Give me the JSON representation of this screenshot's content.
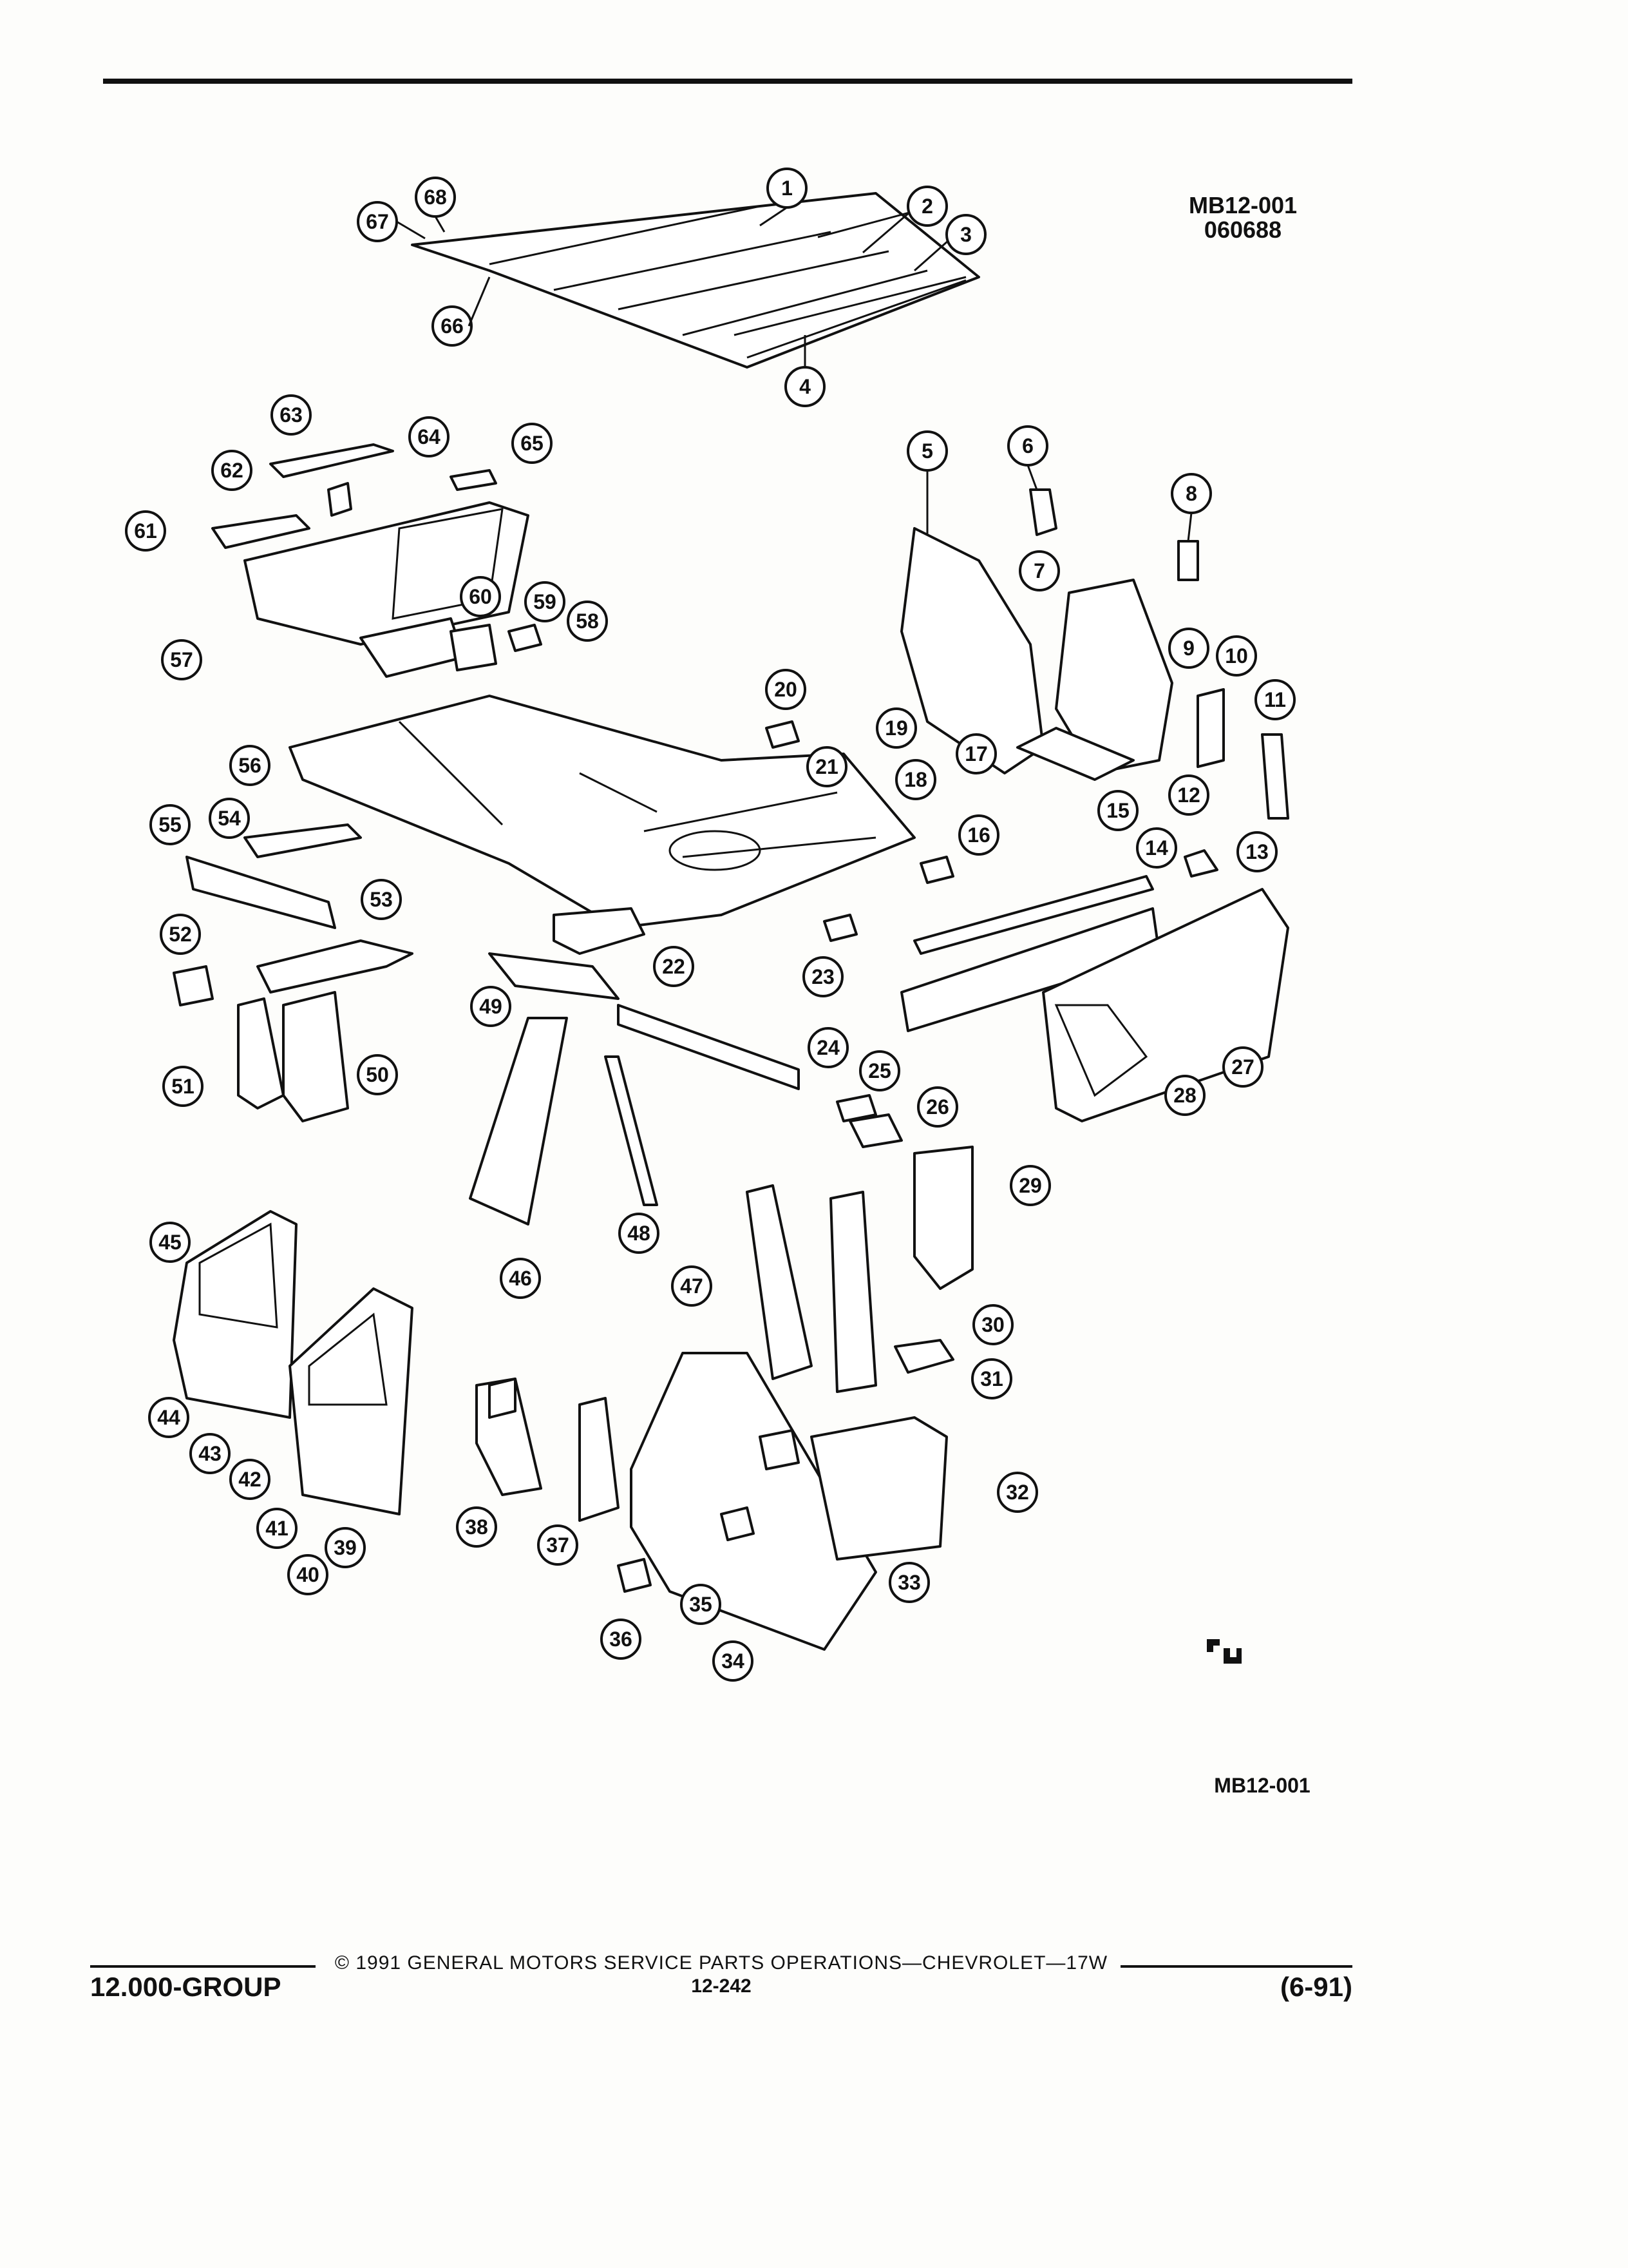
{
  "header": {
    "code_line1": "MB12-001",
    "code_line2": "060688",
    "code_bottom": "MB12-001"
  },
  "footer": {
    "copyright": "© 1991 GENERAL MOTORS SERVICE PARTS OPERATIONS—CHEVROLET—17W",
    "page_number": "12-242",
    "group": "12.000-GROUP",
    "date": "(6-91)"
  },
  "callouts": [
    "1",
    "2",
    "3",
    "4",
    "5",
    "6",
    "7",
    "8",
    "9",
    "10",
    "11",
    "12",
    "13",
    "14",
    "15",
    "16",
    "17",
    "18",
    "19",
    "20",
    "21",
    "22",
    "23",
    "24",
    "25",
    "26",
    "27",
    "28",
    "29",
    "30",
    "31",
    "32",
    "33",
    "34",
    "35",
    "36",
    "37",
    "38",
    "39",
    "40",
    "41",
    "42",
    "43",
    "44",
    "45",
    "46",
    "47",
    "48",
    "49",
    "50",
    "51",
    "52",
    "53",
    "54",
    "55",
    "56",
    "57",
    "58",
    "59",
    "60",
    "61",
    "62",
    "63",
    "64",
    "65",
    "66",
    "67",
    "68"
  ]
}
